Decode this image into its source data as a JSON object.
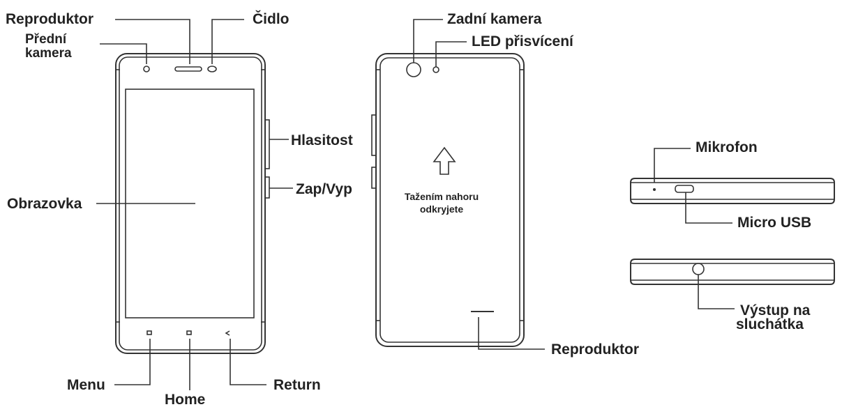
{
  "front": {
    "speaker_label": "Reproduktor",
    "sensor_label": "Čidlo",
    "front_camera_label_line1": "Přední",
    "front_camera_label_line2": "kamera",
    "volume_label": "Hlasitost",
    "power_label": "Zap/Vyp",
    "screen_label": "Obrazovka",
    "menu_label": "Menu",
    "home_label": "Home",
    "return_label": "Return"
  },
  "back": {
    "rear_camera_label": "Zadní kamera",
    "led_label": "LED přisvícení",
    "cover_hint_line1": "Tažením nahoru",
    "cover_hint_line2": "odkryjete",
    "speaker_label": "Reproduktor"
  },
  "edges": {
    "microphone_label": "Mikrofon",
    "usb_label": "Micro USB",
    "headphone_label_line1": "Výstup na",
    "headphone_label_line2": "sluchátka"
  }
}
